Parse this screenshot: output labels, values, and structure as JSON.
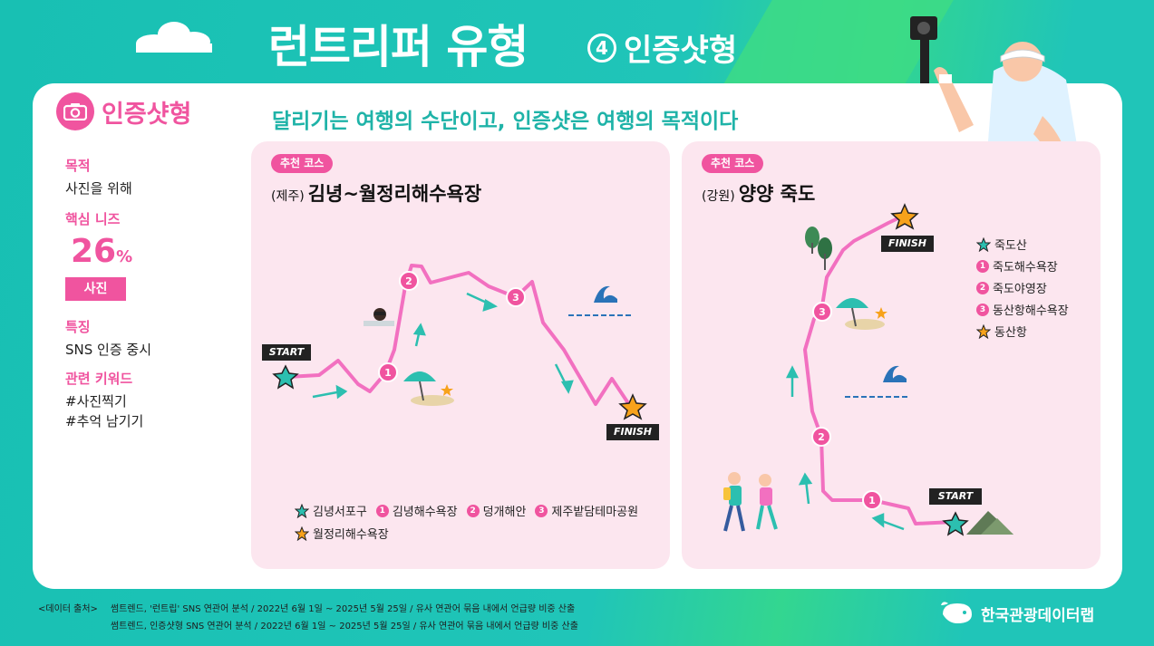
{
  "header": {
    "title": "런트리퍼 유형",
    "number": "4",
    "subtitle": "인증샷형"
  },
  "category": {
    "label": "인증샷형",
    "icon": "camera-icon"
  },
  "tagline": "달리기는 여행의 수단이고, 인증샷은 여행의 목적이다",
  "info": {
    "purpose_title": "목적",
    "purpose_value": "사진을 위해",
    "needs_title": "핵심 니즈",
    "needs_percent": "26",
    "needs_unit": "%",
    "needs_tag": "사진",
    "feature_title": "특징",
    "feature_value": "SNS 인증 중시",
    "keywords_title": "관련 키워드",
    "keyword_1": "#사진찍기",
    "keyword_2": "#추억 남기기"
  },
  "course_1": {
    "pill": "추천 코스",
    "region": "(제주)",
    "name": "김녕~월정리해수욕장",
    "start": "START",
    "finish": "FINISH",
    "legend": {
      "start": "김녕서포구",
      "p1": "김녕해수욕장",
      "p2": "덩개해안",
      "p3": "제주밭담테마공원",
      "finish": "월정리해수욕장"
    }
  },
  "course_2": {
    "pill": "추천 코스",
    "region": "(강원)",
    "name": "양양 죽도",
    "start": "START",
    "finish": "FINISH",
    "legend": {
      "start": "죽도산",
      "p1": "죽도해수욕장",
      "p2": "죽도야영장",
      "p3": "동산항해수욕장",
      "finish": "동산항"
    }
  },
  "source": {
    "label": "<데이터 출처>",
    "line_1": "썸트렌드, '런트립' SNS 연관어 분석 / 2022년 6월 1일 ~ 2025년 5월 25일 / 유사 연관어 묶음 내에서 언급량 비중 산출",
    "line_2": "썸트렌드, 인증샷형 SNS 연관어 분석 / 2022년 6월 1일 ~ 2025년 5월 25일 / 유사 연관어 묶음 내에서 언급량 비중 산출"
  },
  "logo": "한국관광데이터랩",
  "colors": {
    "teal": "#1fc2b5",
    "pink": "#f0549f",
    "card": "#fce6ef",
    "star": "#f7a21b",
    "arrow": "#2cbfb0"
  }
}
